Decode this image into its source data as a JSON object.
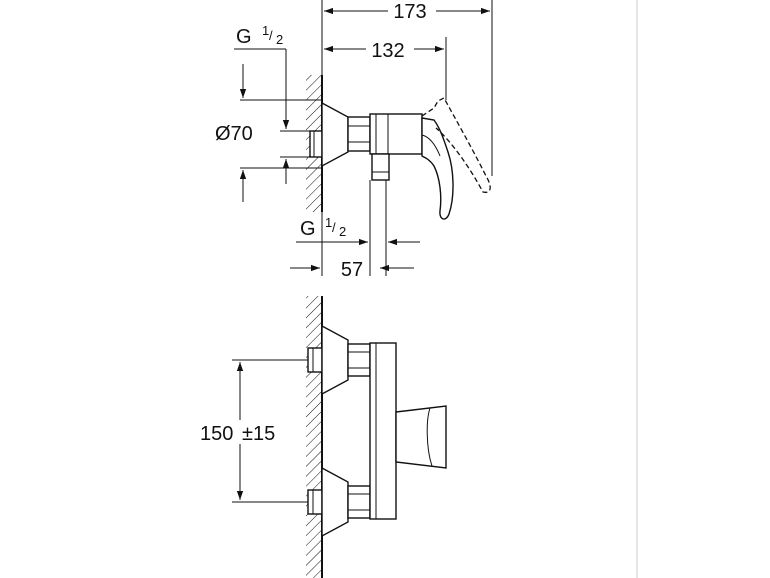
{
  "labels": {
    "overall_depth": "173",
    "body_depth": "132",
    "thread_top_letter": "G",
    "thread_top_num": "1",
    "thread_top_den": "2",
    "rosette_diameter": "Ø70",
    "thread_outlet_letter": "G",
    "thread_outlet_num": "1",
    "thread_outlet_den": "2",
    "outlet_offset": "57",
    "centre_distance": "150",
    "tolerance": "±15"
  },
  "colors": {
    "line": "#111111",
    "background": "#ffffff",
    "frame": "#cccccc"
  },
  "icons": {
    "arrowhead": "filled-triangle"
  }
}
